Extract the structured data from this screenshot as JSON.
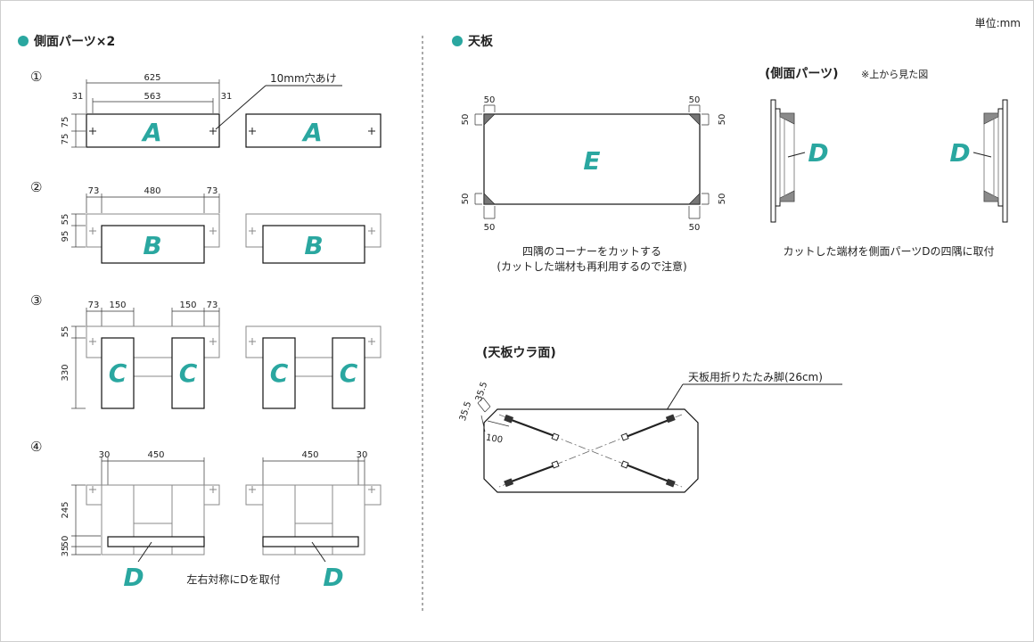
{
  "unit_label": "単位:mm",
  "side_section": {
    "title": "側面パーツ×2",
    "steps": [
      "①",
      "②",
      "③",
      "④"
    ],
    "step1": {
      "hole_note": "10mm穴あけ",
      "dims": {
        "overall": "625",
        "inner": "563",
        "left_edge": "31",
        "right_edge": "31",
        "height_a": "75",
        "height_b": "75"
      },
      "part": "A"
    },
    "step2": {
      "dims": {
        "left": "73",
        "mid": "480",
        "right": "73",
        "h_top": "55",
        "h_bottom": "95"
      },
      "part": "B"
    },
    "step3": {
      "dims": {
        "l73": "73",
        "l150": "150",
        "r150": "150",
        "r73": "73",
        "h55": "55",
        "h330": "330"
      },
      "part": "C"
    },
    "step4": {
      "dims": {
        "l30": "30",
        "l450": "450",
        "r450": "450",
        "r30": "30",
        "h245": "245",
        "h50": "50",
        "h35": "35"
      },
      "part": "D",
      "note": "左右対称にDを取付"
    }
  },
  "top_section": {
    "title": "天板",
    "part": "E",
    "corner_dims": [
      "50",
      "50",
      "50",
      "50",
      "50",
      "50",
      "50",
      "50"
    ],
    "caption_line1": "四隅のコーナーをカットする",
    "caption_line2": "(カットした端材も再利用するので注意)",
    "side_view_title": "(側面パーツ)",
    "side_view_note": "※上から見た図",
    "side_view_part": "D",
    "side_view_caption": "カットした端材を側面パーツDの四隅に取付",
    "bottom_view_title": "(天板ウラ面)",
    "leg_note": "天板用折りたたみ脚(26cm)",
    "bottom_dims": {
      "a": "35.5",
      "b": "35.5",
      "c": "100"
    }
  },
  "colors": {
    "accent": "#2aa7a0",
    "line": "#222222"
  }
}
